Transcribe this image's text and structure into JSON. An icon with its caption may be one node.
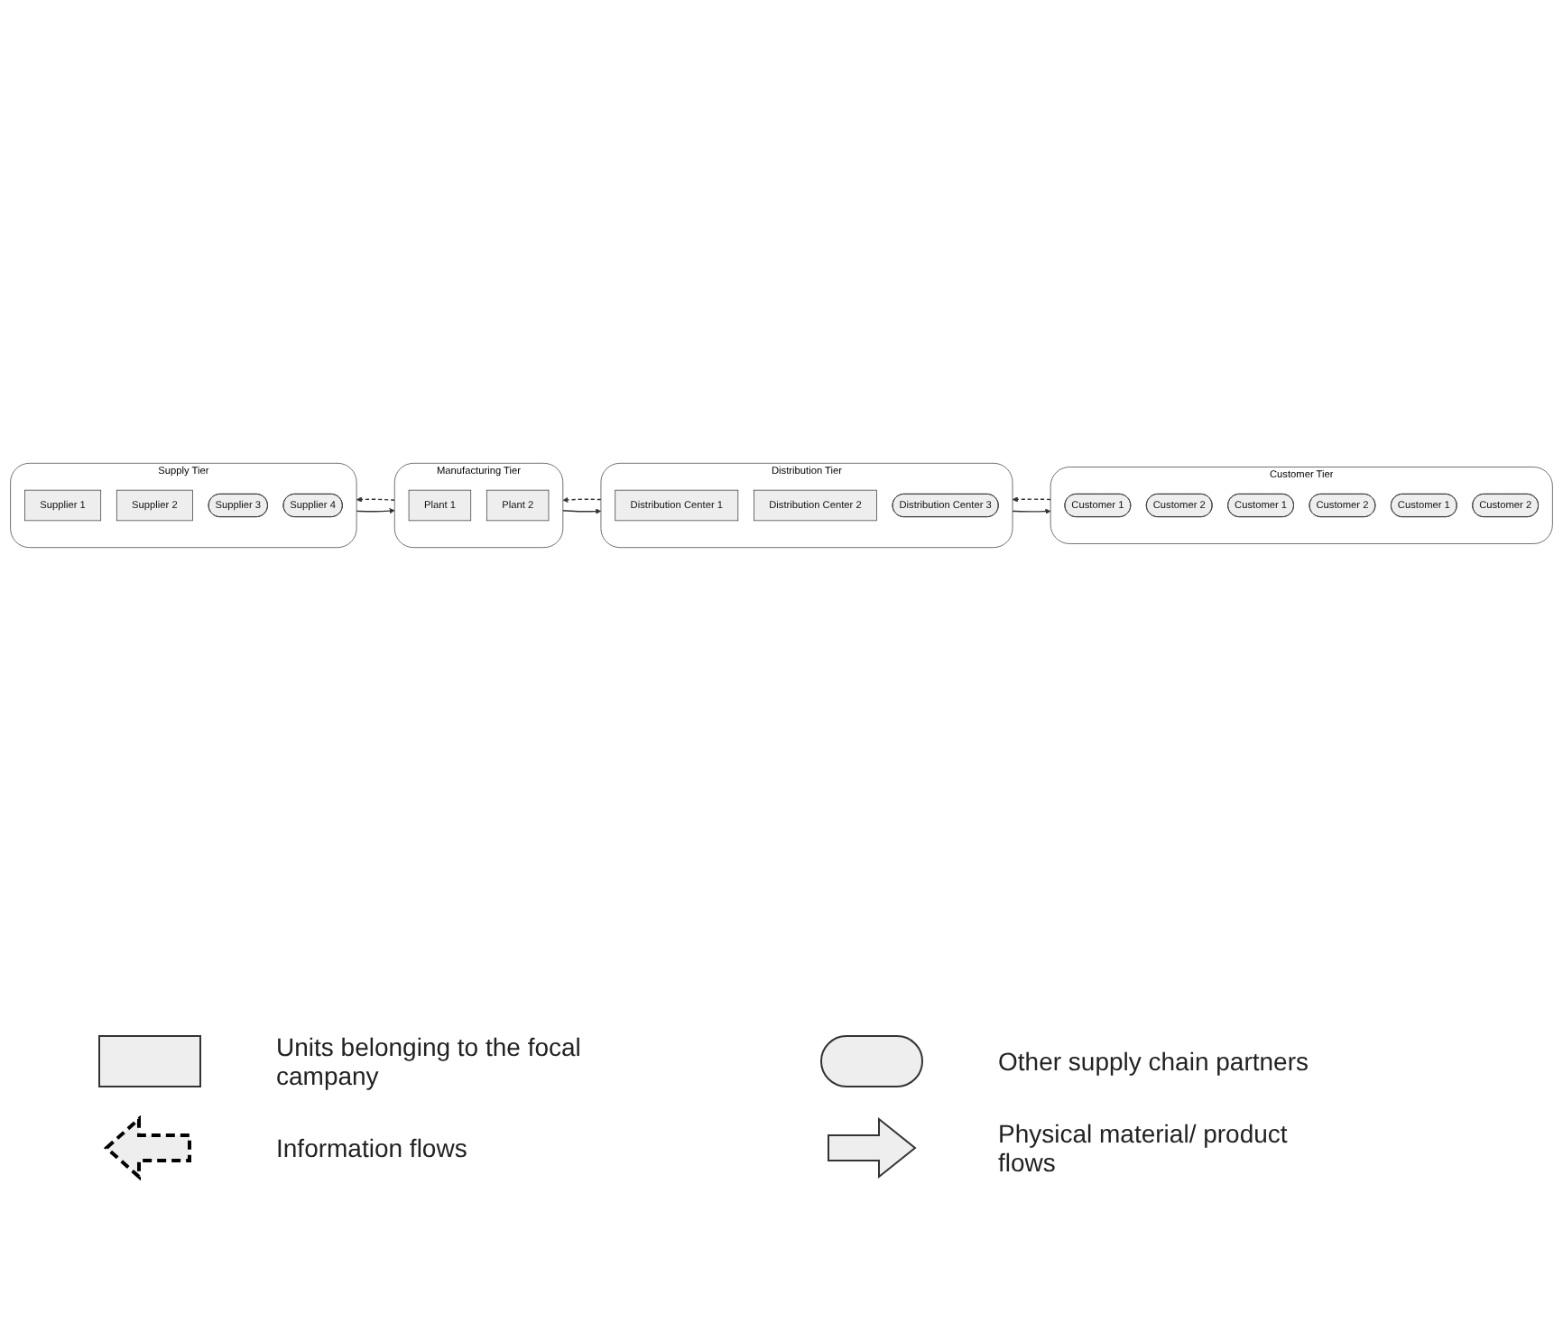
{
  "diagram": {
    "nodes": [
      {
        "text": [
          "Supply Tier"
        ]
      },
      {
        "text": [
          "Supplier 1"
        ],
        "in": 0
      },
      {
        "text": [
          "Supplier 2"
        ],
        "in": 0
      },
      {
        "text": [
          "Supplier 3"
        ],
        "in": 0
      },
      {
        "text": [
          "Supplier 4"
        ],
        "in": 0
      },
      {
        "text": [
          "Manufacturing Tier"
        ]
      },
      {
        "text": [
          "Plant 1"
        ],
        "in": 5
      },
      {
        "text": [
          "Plant 2"
        ],
        "in": 5
      },
      {
        "text": [
          "Distribution Tier"
        ]
      },
      {
        "text": [
          "Distribution Center 1"
        ],
        "in": 8
      },
      {
        "text": [
          "Distribution Center 2"
        ],
        "in": 8
      },
      {
        "text": [
          "Distribution Center 3"
        ],
        "in": 8
      },
      {
        "text": [
          "Customer Tier"
        ]
      },
      {
        "text": [
          "Customer 1"
        ],
        "in": 12
      },
      {
        "text": [
          "Customer 2"
        ],
        "in": 12
      },
      {
        "text": [
          "Customer 1"
        ],
        "in": 12
      },
      {
        "text": [
          "Customer 2"
        ],
        "in": 12
      },
      {
        "text": [
          "Customer 1"
        ],
        "in": 12
      },
      {
        "text": [
          "Customer 2"
        ],
        "in": 12
      }
    ],
    "edges": [
      {
        "from": 5,
        "to": 0,
        "arrow": "to",
        "style": "dashed"
      },
      {
        "from": 0,
        "to": 5,
        "arrow": "to"
      },
      {
        "from": 8,
        "to": 5,
        "arrow": "to",
        "style": "dashed"
      },
      {
        "from": 5,
        "to": 8,
        "arrow": "to"
      },
      {
        "from": 12,
        "to": 8,
        "arrow": "to",
        "style": "dashed"
      },
      {
        "from": 8,
        "to": 12,
        "arrow": "to"
      }
    ],
    "legend": [
      {
        "text": "Units belonging to the focal campany"
      },
      {
        "text": "Other supply chain partners"
      },
      {
        "text": "Information flows"
      },
      {
        "text": "Physical material/ product flows"
      }
    ]
  }
}
